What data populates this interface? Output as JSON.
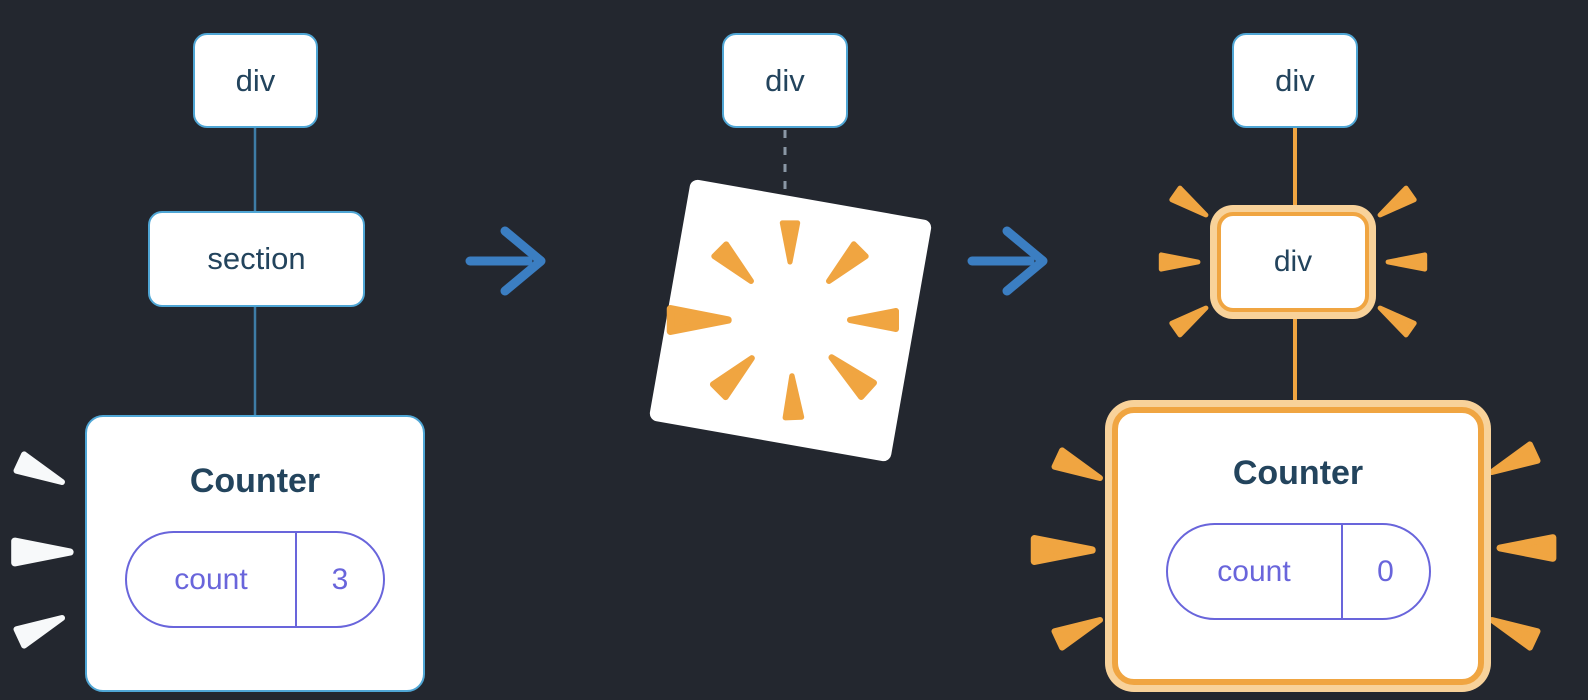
{
  "diagram": {
    "before": {
      "root_label": "div",
      "child_label": "section",
      "counter": {
        "title": "Counter",
        "state_key": "count",
        "state_value": "3"
      }
    },
    "transition": {
      "root_label": "div"
    },
    "after": {
      "root_label": "div",
      "replaced_label": "div",
      "counter": {
        "title": "Counter",
        "state_key": "count",
        "state_value": "0"
      }
    }
  },
  "colors": {
    "background": "#23272f",
    "card-bg": "#ffffff",
    "card-border": "#4fa6d5",
    "connector-blue": "#3e7ca6",
    "text-primary": "#23445d",
    "state-purple": "#6965db",
    "arrow-blue": "#3b7ec2",
    "dashed-gray": "#8a97a5",
    "orange": "#f0a541",
    "orange-light": "#f8d29a",
    "spark-white": "#f7f9fa"
  }
}
